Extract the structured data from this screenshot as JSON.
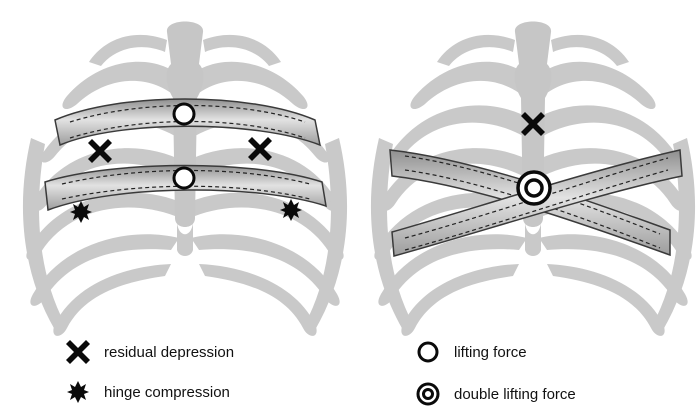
{
  "figure": {
    "panels": [
      {
        "id": "left",
        "bands": 2
      },
      {
        "id": "right",
        "bands": 2,
        "crossed": true
      }
    ],
    "marker_icons": {
      "residual_depression": "x-cross-icon",
      "hinge_compression": "star-burst-icon",
      "lifting_force": "ring-icon",
      "double_lifting_force": "double-ring-icon"
    },
    "colors": {
      "rib": "#c9c9c9",
      "bar_fill": "#b8b8b8",
      "bar_stroke": "#3a3a3a",
      "marker": "#0a0a0a"
    }
  },
  "legend": {
    "residual_depression": "residual depression",
    "hinge_compression": "hinge compression",
    "lifting_force": "lifting force",
    "double_lifting_force": "double lifting force"
  }
}
